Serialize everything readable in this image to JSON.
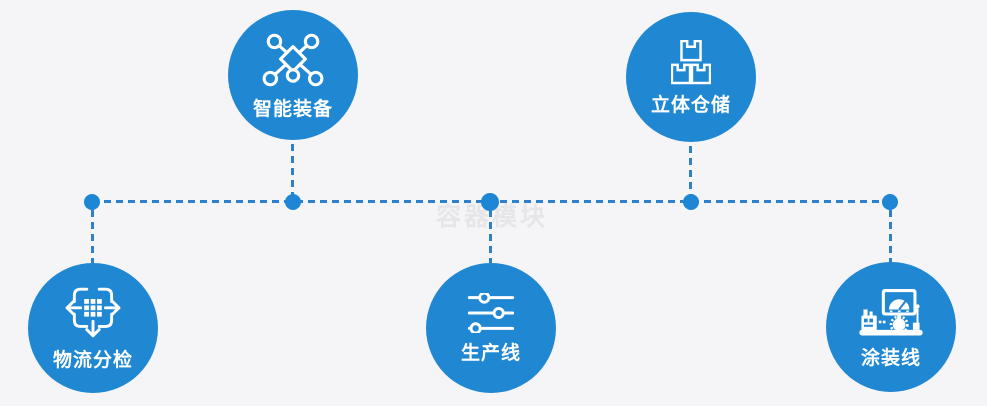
{
  "diagram": {
    "watermark": "容器模块",
    "nodes": [
      {
        "id": "smart-equipment",
        "label": "智能装备",
        "icon": "network-nodes-icon",
        "position": "top-left"
      },
      {
        "id": "3d-warehouse",
        "label": "立体仓储",
        "icon": "stacked-boxes-icon",
        "position": "top-right"
      },
      {
        "id": "logistics-sorting",
        "label": "物流分检",
        "icon": "sort-distribute-icon",
        "position": "bottom-left"
      },
      {
        "id": "production-line",
        "label": "生产线",
        "icon": "sliders-icon",
        "position": "bottom-center"
      },
      {
        "id": "painting-line",
        "label": "涂装线",
        "icon": "control-panel-icon",
        "position": "bottom-right"
      }
    ],
    "colors": {
      "background": "#f5f5f7",
      "node_fill": "#2087d3",
      "connector_dash": "#2e80cc",
      "junction_dot": "#1f86d6",
      "label_text": "#ffffff",
      "watermark_text": "#e6e6e9"
    }
  }
}
